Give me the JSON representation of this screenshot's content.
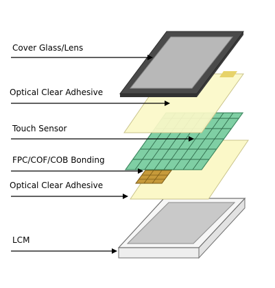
{
  "diagram": {
    "layers": [
      {
        "label": "Cover Glass/Lens"
      },
      {
        "label": "Optical Clear Adhesive"
      },
      {
        "label": "Touch Sensor"
      },
      {
        "label": "FPC/COF/COB Bonding"
      },
      {
        "label": "Optical Clear Adhesive"
      },
      {
        "label": "LCM"
      }
    ],
    "colors": {
      "cover_frame": "#4a4a4a",
      "cover_glass": "#b8b8b8",
      "oca_fill": "#fbf8c8",
      "oca_stroke": "#c9c38a",
      "sensor_fill": "#7fcfa4",
      "sensor_grid": "#2f6b4b",
      "bonding_fill": "#c69a3a",
      "bonding_stroke": "#7a5a15",
      "lcm_frame": "#f4f4f4",
      "lcm_screen": "#c9c9c9",
      "arrow": "#000000",
      "tag_fill": "#e7d36a"
    }
  }
}
